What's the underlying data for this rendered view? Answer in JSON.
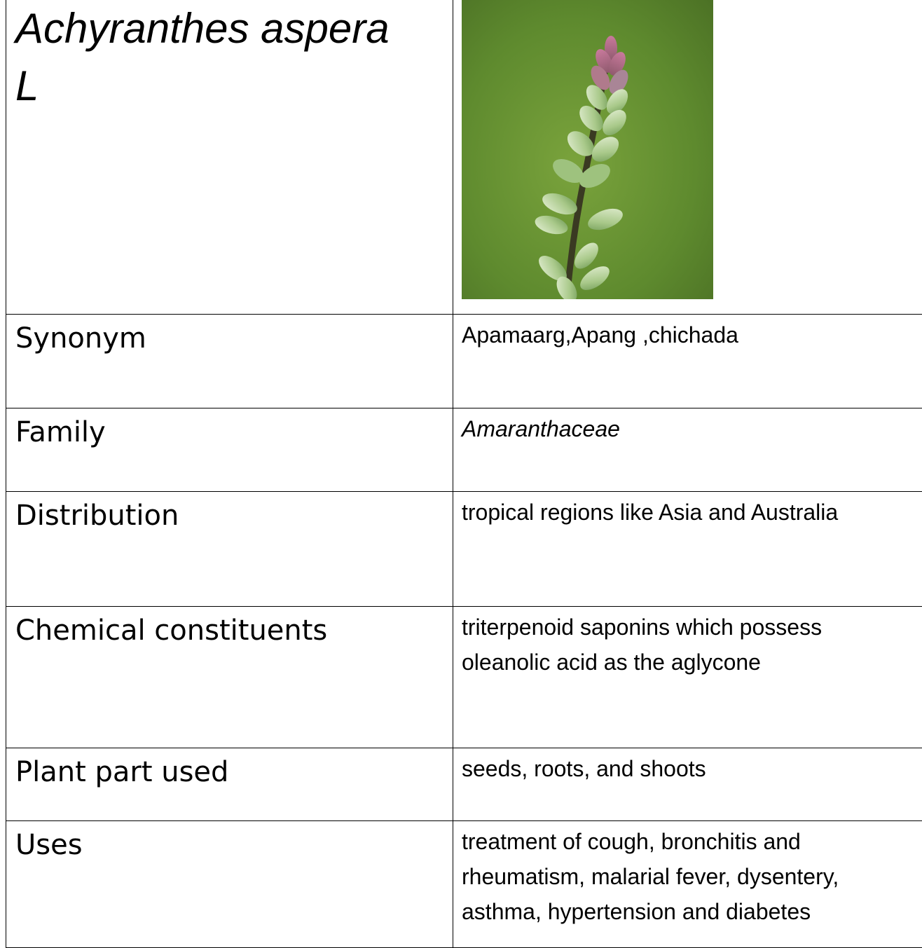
{
  "header": {
    "title_line1": "Achyranthes aspera",
    "title_line2": "L"
  },
  "rows": [
    {
      "label": "Synonym",
      "value": "Apamaarg,Apang ,chichada"
    },
    {
      "label": "Family",
      "value": "Amaranthaceae"
    },
    {
      "label": "Distribution",
      "value": "tropical regions like Asia and Australia"
    },
    {
      "label": "Chemical constituents",
      "value_lines": [
        "triterpenoid saponins which possess",
        "oleanolic acid as the aglycone"
      ]
    },
    {
      "label": "Plant part used",
      "value": "seeds, roots, and shoots"
    },
    {
      "label": "Uses",
      "value_lines": [
        "treatment of cough, bronchitis and",
        "rheumatism, malarial fever, dysentery,",
        "asthma, hypertension and diabetes"
      ]
    }
  ],
  "colors": {
    "border": "#000000",
    "background": "#ffffff",
    "photo_background": "#5f8a2c",
    "stem": "#3a3a22",
    "flower_green": "#9fbf7a",
    "flower_pink": "#b86b8a"
  }
}
